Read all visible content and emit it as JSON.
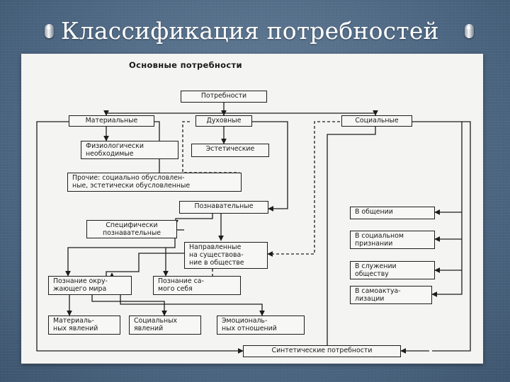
{
  "slide": {
    "title": "Классификация потребностей"
  },
  "diagram": {
    "title": "Основные потребности",
    "nodes": {
      "needs": "Потребности",
      "material": "Материальные",
      "spiritual": "Духовные",
      "social": "Социальные",
      "physiological": "Физиологически\nнеобходимые",
      "aesthetic": "Эстетические",
      "other": "Прочие: социально обусловлен-\nные, эстетически обусловленные",
      "cognitive": "Познавательные",
      "in_communication": "В общении",
      "social_recognition": "В социальном\nпризнании",
      "serving_society": "В служении\nобществу",
      "self_actualization": "В самоактуа-\nлизации",
      "specific_cognitive": "Специфически\nпознавательные",
      "oriented": "Направленные\nна существова-\nние в обществе",
      "knowing_world": "Познание окру-\nжающего мира",
      "knowing_self": "Познание са-\nмого себя",
      "material_phenomena": "Материаль-\nных явлений",
      "social_phenomena": "Социальных\nявлений",
      "emotional_relations": "Эмоциональ-\nных отношений",
      "synthetic": "Синтетические потребности"
    }
  }
}
